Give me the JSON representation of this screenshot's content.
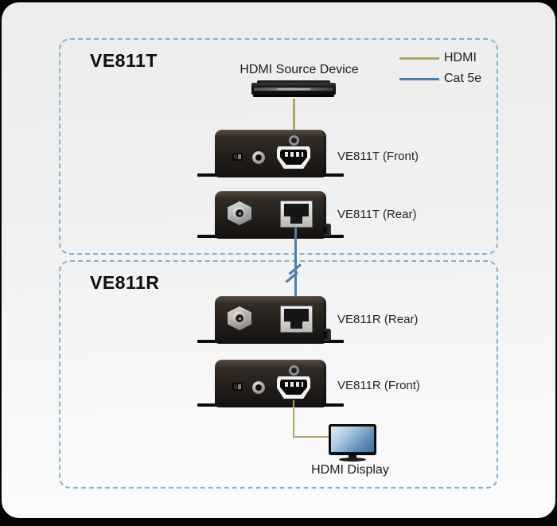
{
  "sections": [
    {
      "title": "VE811T"
    },
    {
      "title": "VE811R"
    }
  ],
  "legend": {
    "items": [
      {
        "label": "HDMI",
        "color": "#b2a263"
      },
      {
        "label": "Cat 5e",
        "color": "#4b7fad"
      }
    ]
  },
  "source": {
    "label": "HDMI Source Device"
  },
  "display": {
    "label": "HDMI Display"
  },
  "devices": [
    {
      "label": "VE811T (Front)"
    },
    {
      "label": "VE811T (Rear)"
    },
    {
      "label": "VE811R (Rear)"
    },
    {
      "label": "VE811R (Front)"
    }
  ],
  "colors": {
    "hdmi_cable": "#b2a263",
    "cat5e_cable": "#4b7fad",
    "dashed_border": "#84b0cf"
  }
}
